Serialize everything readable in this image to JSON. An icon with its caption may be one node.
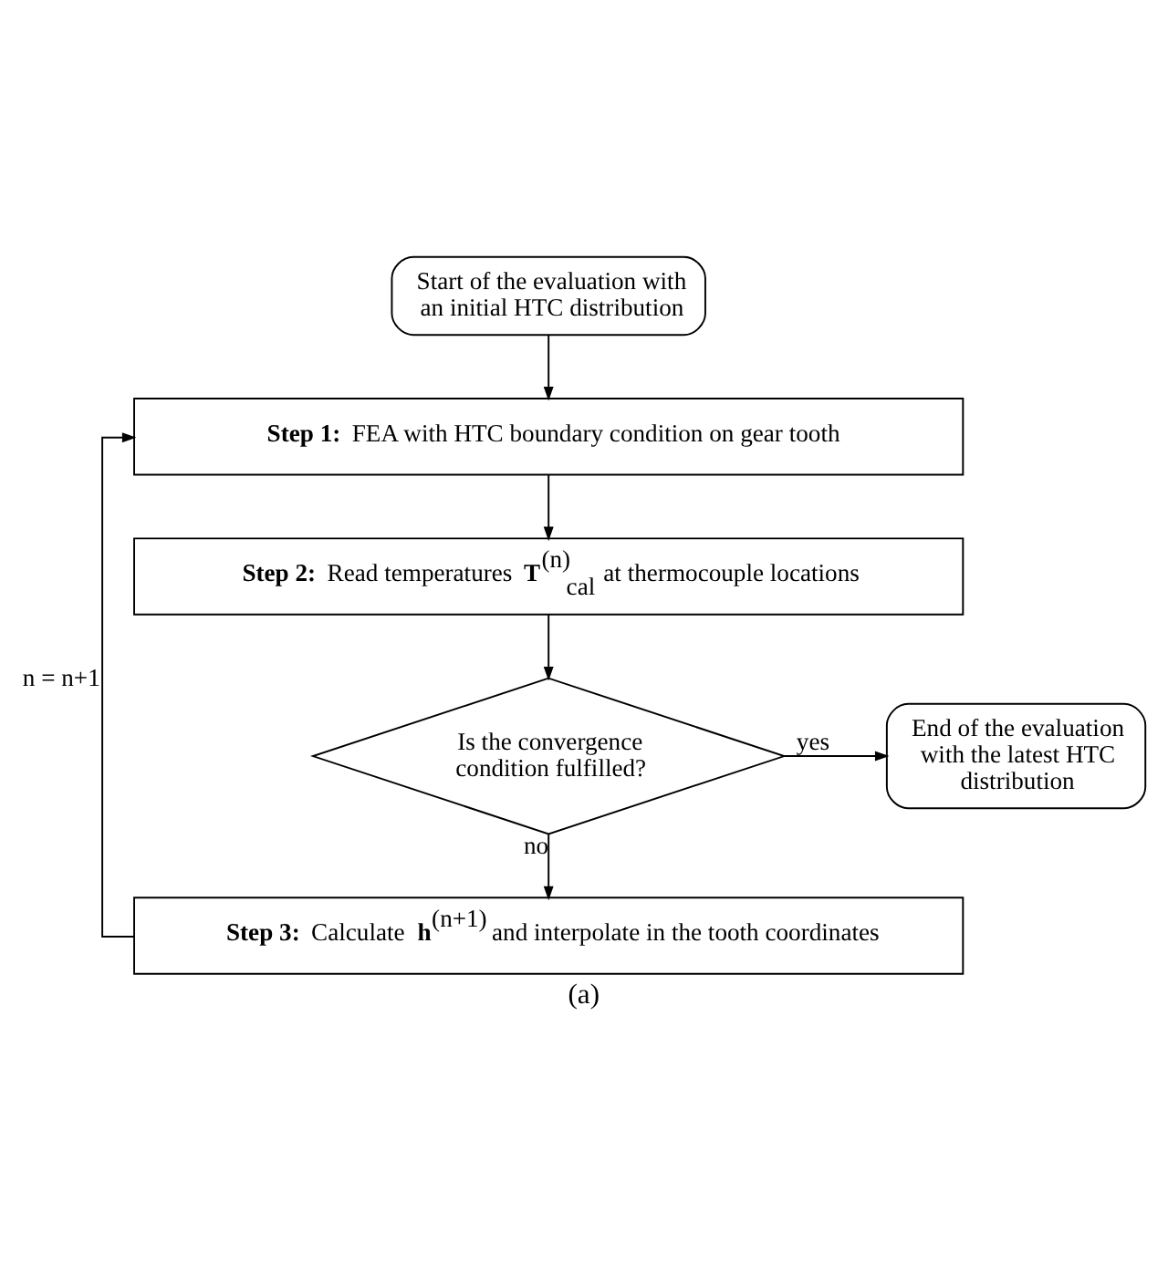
{
  "diagram": {
    "caption": "(a)",
    "nodes": [
      {
        "text": [
          "Start of the evaluation with an initial HTC distribution"
        ]
      },
      {
        "text": [
          "**Step 1:** FEA with HTC boundary condition on gear tooth"
        ]
      },
      {
        "text": [
          "**Step 2:** Read temperatures **T**$^{(n)}$$_{cal}$ at thermocouple locations"
        ]
      },
      {
        "text": [
          "Is the convergence condition fulfilled?"
        ]
      },
      {
        "text": [
          "End of the evaluation with the latest HTC distribution"
        ]
      },
      {
        "text": [
          "**Step 3:** Calculate **h**$^{(n+1)}$ and interpolate in the tooth coordinates"
        ]
      }
    ],
    "edges": [
      {
        "from": 0,
        "to": 1,
        "arrow": "to"
      },
      {
        "from": 1,
        "to": 2,
        "arrow": "to"
      },
      {
        "from": 2,
        "to": 3,
        "arrow": "to"
      },
      {
        "from": 3,
        "to": 4,
        "arrow": "to",
        "label": "yes"
      },
      {
        "from": 3,
        "to": 5,
        "arrow": "to",
        "label": "no"
      },
      {
        "from": 5,
        "to": 1,
        "arrow": "to",
        "label": "n = n+1"
      }
    ]
  }
}
